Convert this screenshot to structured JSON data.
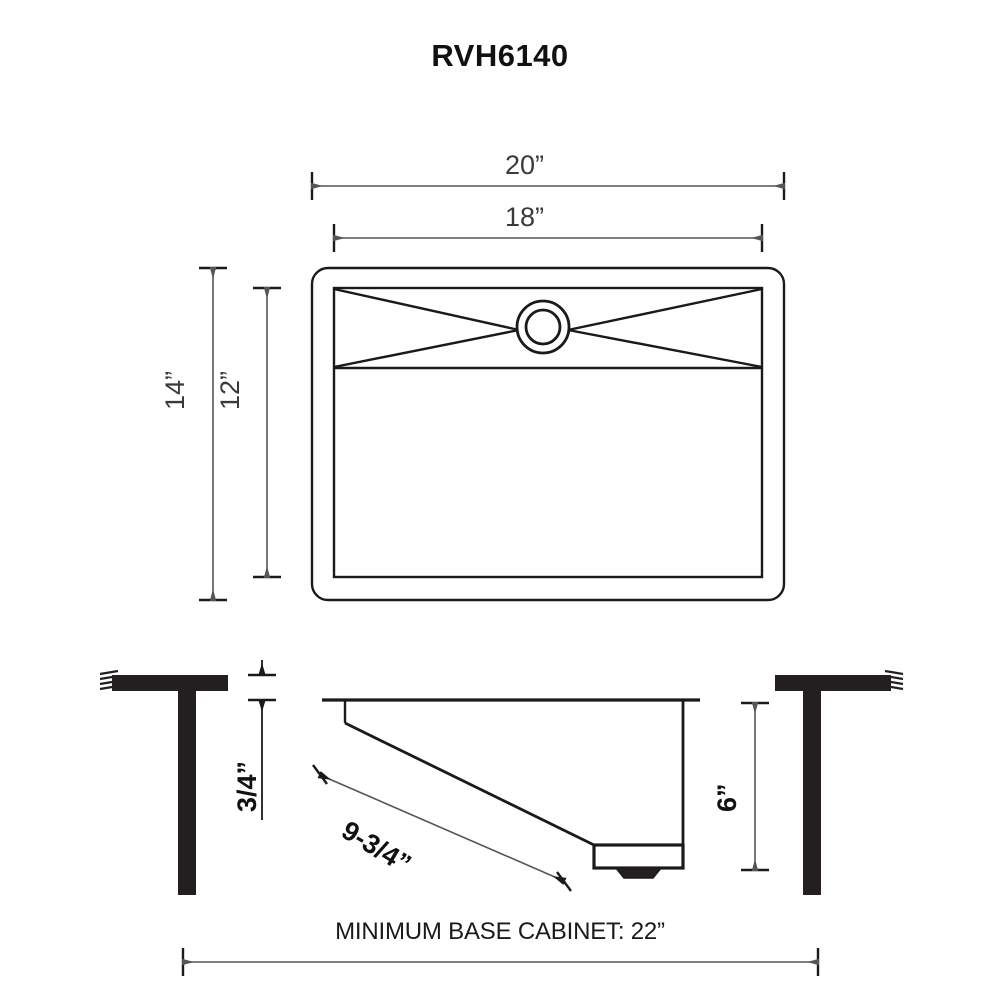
{
  "title": "RVH6140",
  "caption": "MINIMUM BASE CABINET: 22”",
  "top_view": {
    "width_outer_label": "20”",
    "width_inner_label": "18”",
    "height_outer_label": "14”",
    "height_inner_label": "12”"
  },
  "section_view": {
    "rim_thickness_label": "3/4”",
    "slope_length_label": "9-3/4”",
    "depth_label": "6”"
  },
  "colors": {
    "line": "#1a1a1a",
    "dimension_line": "#555555",
    "cabinet_fill": "#231f20",
    "background": "#ffffff",
    "title": "#111111"
  }
}
